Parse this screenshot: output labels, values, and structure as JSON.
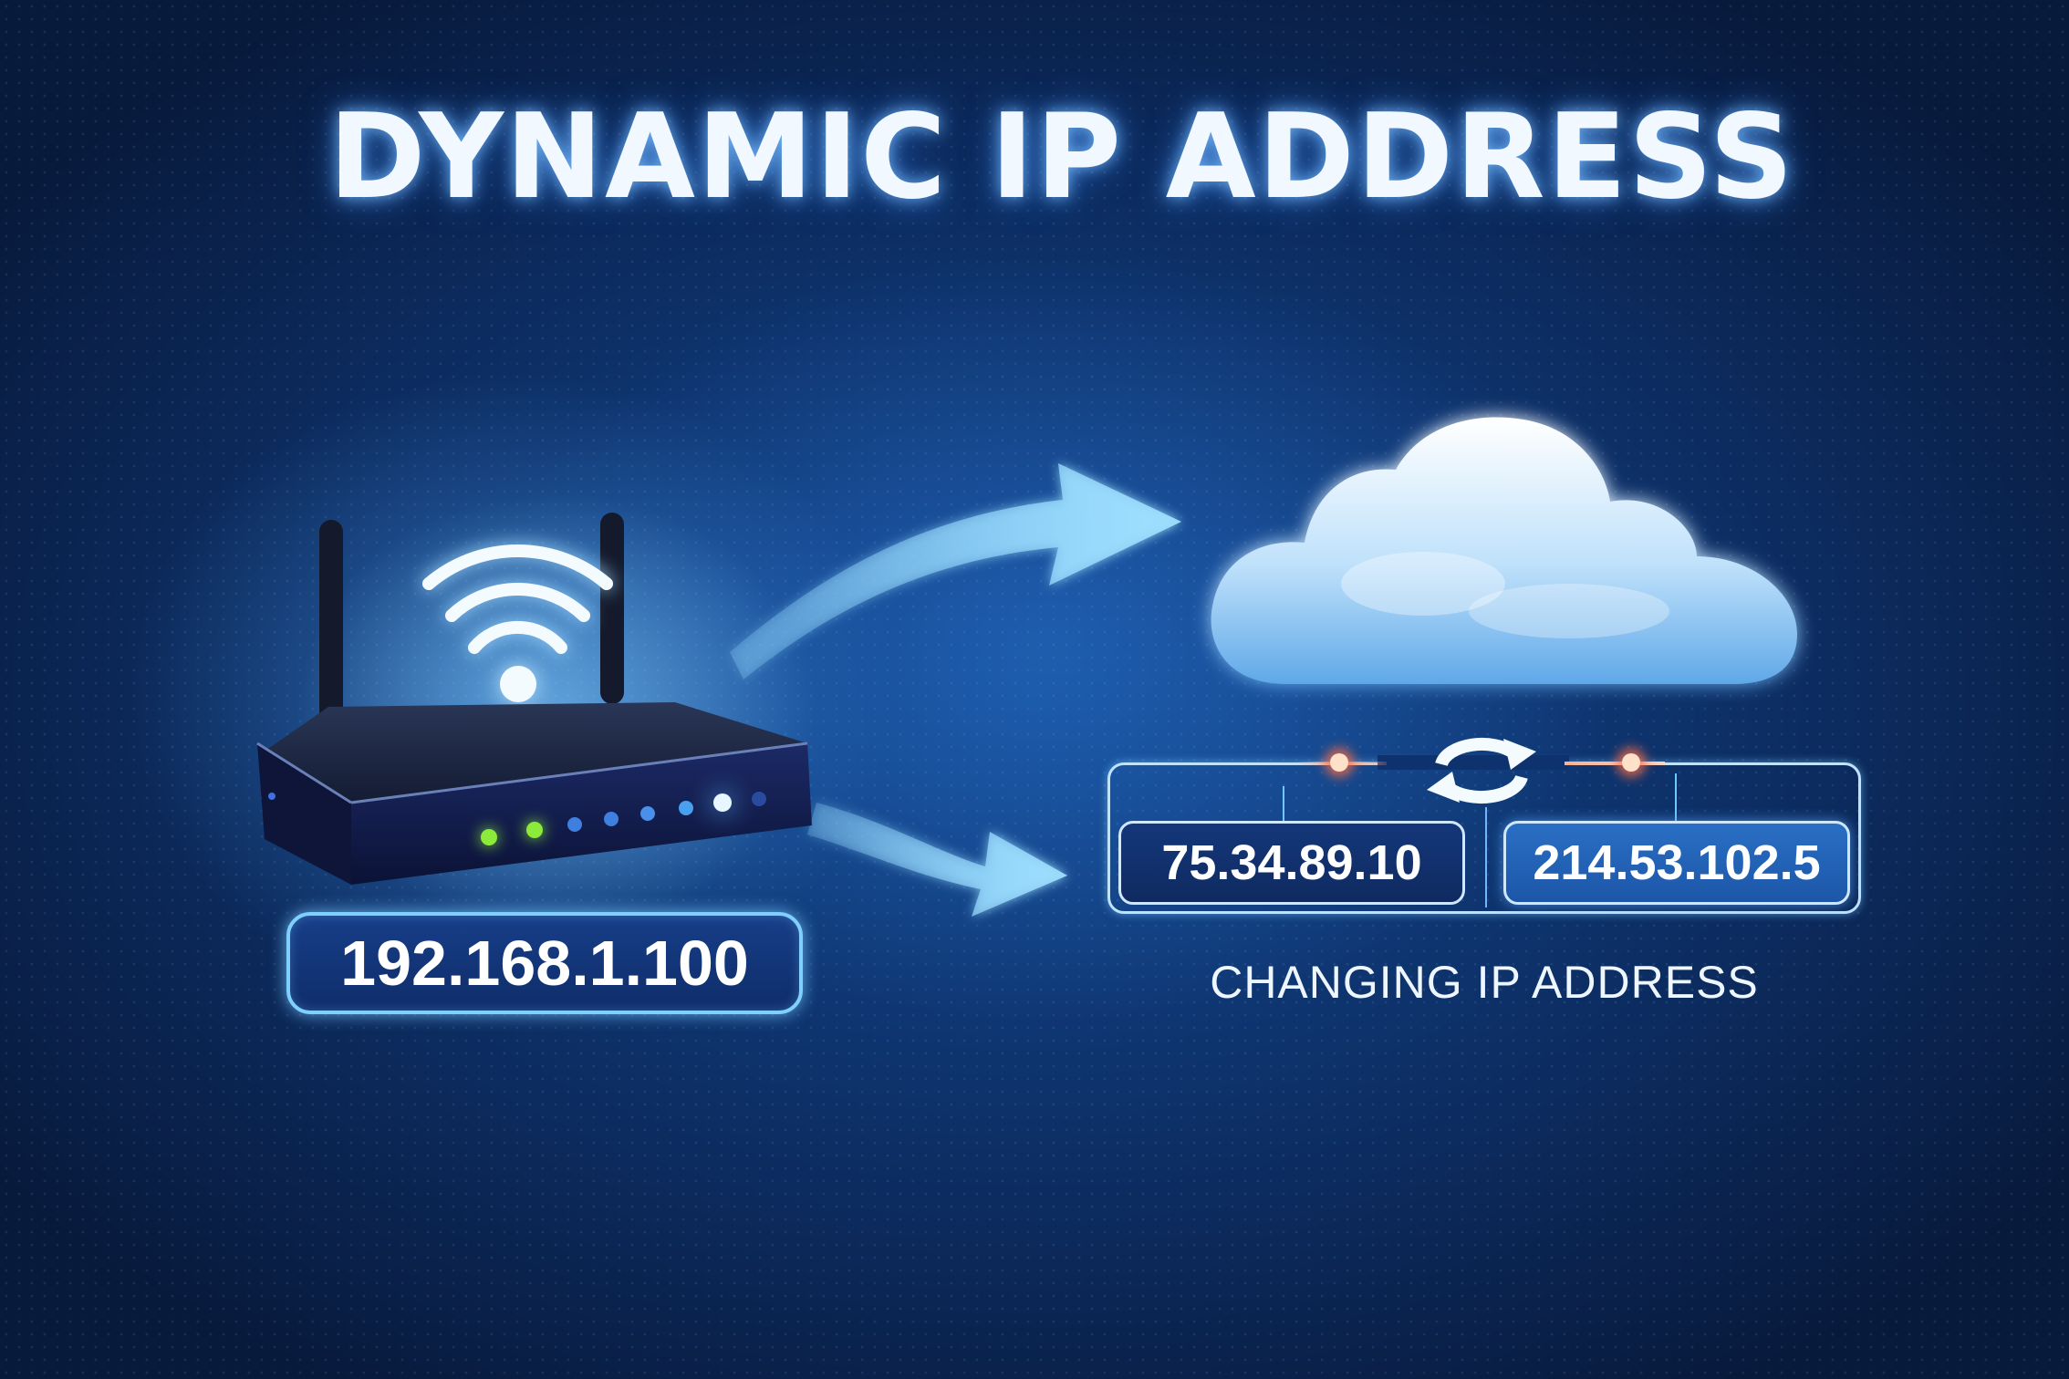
{
  "title": "DYNAMIC IP ADDRESS",
  "router": {
    "local_ip": "192.168.1.100",
    "leds": [
      {
        "color": "#8bea3a",
        "state": "on"
      },
      {
        "color": "#8bea3a",
        "state": "on"
      },
      {
        "color": "#3f7fe0",
        "state": "dim"
      },
      {
        "color": "#3f7fe0",
        "state": "dim"
      },
      {
        "color": "#4a90ea",
        "state": "dim"
      },
      {
        "color": "#4aa0f0",
        "state": "dim"
      },
      {
        "color": "#e8f6ff",
        "state": "bright"
      },
      {
        "color": "#2a4aa0",
        "state": "off"
      }
    ]
  },
  "public_ip": {
    "previous": "75.34.89.10",
    "current": "214.53.102.5",
    "caption": "CHANGING IP ADDRESS"
  },
  "icons": [
    "wifi-icon",
    "router-icon",
    "cloud-icon",
    "refresh-icon",
    "arrow-icon"
  ],
  "colors": {
    "background_dark": "#081a3c",
    "background_mid": "#134a92",
    "accent_glow": "#7fd0ff",
    "arrow": "#8fd6ff",
    "signal_red": "#ff6e46"
  }
}
